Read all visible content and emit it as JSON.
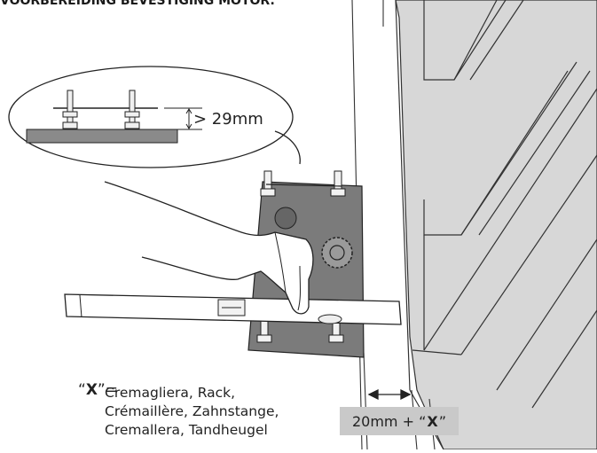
{
  "title": "VOORBEREIDING BEVESTIGING MOTOR.",
  "clearance_label": "> 29mm",
  "x_legend": {
    "open_quote": "“",
    "key": "X",
    "close_quote_equals": "”=",
    "lines": [
      "Cremagliera, Rack,",
      "Crémaillère, Zahnstange,",
      "Cremallera, Tandheugel"
    ]
  },
  "gap_label": {
    "prefix": "20mm + “ ",
    "key": "X",
    "suffix": "”"
  },
  "colors": {
    "plate": "#7b7b7b",
    "gate": "#d7d7d7",
    "ground": "#8a8a8a",
    "tag": "#c9c9c9"
  }
}
